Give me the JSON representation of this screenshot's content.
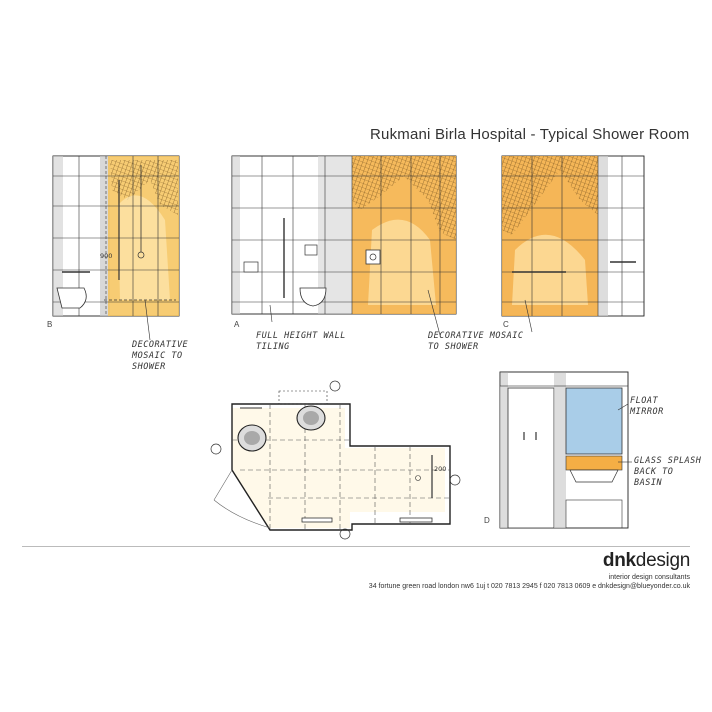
{
  "title": "Rukmani Birla Hospital  - Typical Shower Room",
  "notes": {
    "decorative_mosaic_shower": [
      "DECORATIVE",
      "MOSAIC TO",
      "SHOWER"
    ],
    "full_height_wall_tiling": [
      "FULL HEIGHT WALL",
      "TILING"
    ],
    "decorative_mosaic_shower_2": [
      "DECORATIVE MOSAIC",
      "TO SHOWER"
    ],
    "float_mirror": [
      "FLOAT",
      "MIRROR"
    ],
    "glass_splashback": [
      "GLASS SPLASH",
      "BACK TO",
      "BASIN"
    ]
  },
  "elevation_markers": {
    "b": "B",
    "a": "A",
    "c": "C",
    "d": "D"
  },
  "dimensions": {
    "rail_height": "900",
    "plan_dim": "200"
  },
  "brand": {
    "bold": "dnk",
    "regular": "design"
  },
  "tagline": "interior design consultants",
  "address": "34 fortune green road  london nw6 1uj  t 020 7813 2945  f 020 7813 0609  e dnkdesign@blueyonder.co.uk",
  "colors": {
    "mosaic_orange": "#f2a93b",
    "mosaic_light": "#fbd88a",
    "mirror_blue": "#a9cde8",
    "grey_marker": "#bcbcbc"
  }
}
